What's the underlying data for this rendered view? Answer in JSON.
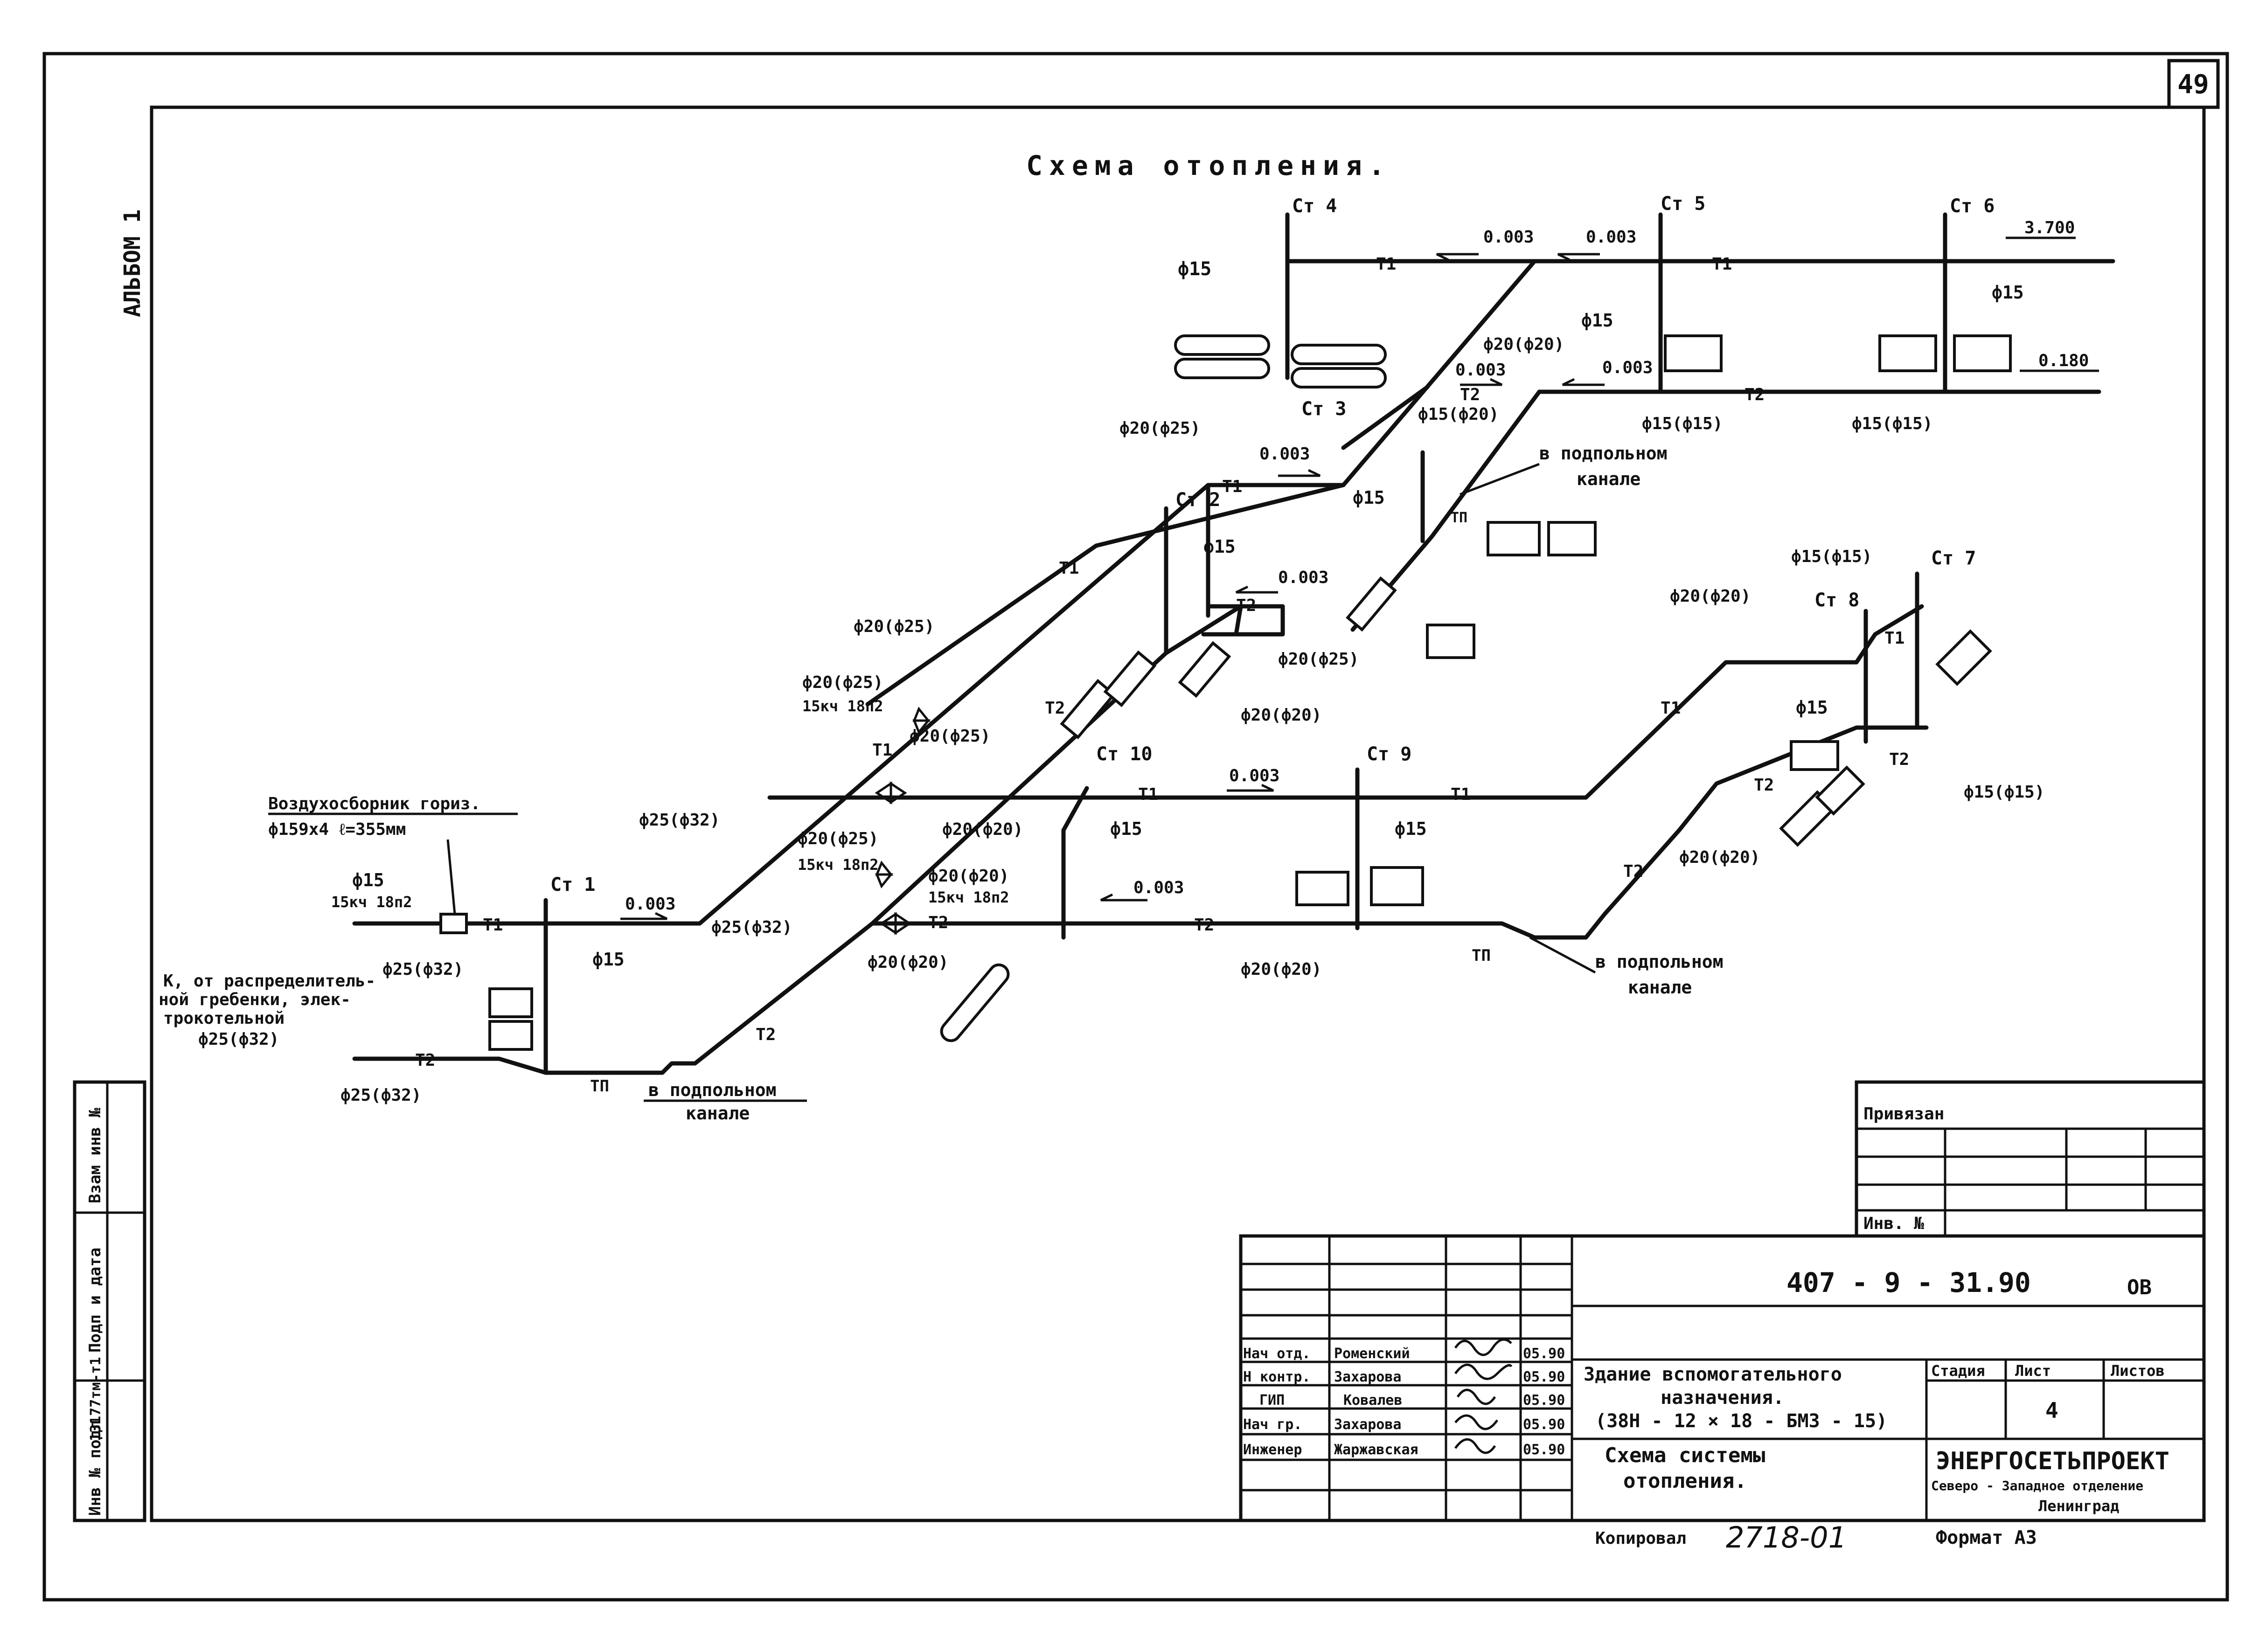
{
  "sheet_number": "49",
  "album": "АЛЬБОМ 1",
  "title": "Схема отопления.",
  "risers": [
    "Ст 1",
    "Ст 2",
    "Ст 3",
    "Ст 4",
    "Ст 5",
    "Ст 6",
    "Ст 7",
    "Ст 8",
    "Ст 9",
    "Ст 10"
  ],
  "labels": {
    "t1": "Т1",
    "t2": "Т2",
    "tp": "ТП",
    "d15": "ф15",
    "d15_15": "ф15(ф15)",
    "d15_20": "ф15(ф20)",
    "d20_20": "ф20(ф20)",
    "d20_25": "ф20(ф25)",
    "d25_32": "ф25(ф32)",
    "slope": "0.003",
    "valve": "15кч 18п2",
    "elev_top": "3.700",
    "elev_bottom": "0.180",
    "air_collector_1": "Воздухосборник гориз.",
    "air_collector_2": "ф159х4 ℓ=355мм",
    "source_1": "К, от распределитель-",
    "source_2": "ной гребенки, элек-",
    "source_3": "трокотельной",
    "source_4": "ф25(ф32)",
    "channel_1": "в подпольном",
    "channel_2": "канале"
  },
  "side_stamp": {
    "inv_podl": "Инв № подл",
    "inv_value": "13177тм-т1",
    "podp_data": "Подп и дата",
    "vzam": "Взам инв №"
  },
  "binding": {
    "header": "Привязан",
    "inv": "Инв. №"
  },
  "title_block": {
    "doc_code": "407 - 9 - 31.90",
    "section": "ОВ",
    "building_1": "Здание вспомогательного",
    "building_2": "назначения.",
    "building_3": "(38Н - 12 × 18 - БМЗ - 15)",
    "drawing_1": "Схема системы",
    "drawing_2": "отопления.",
    "stage_hdr": "Стадия",
    "sheet_hdr": "Лист",
    "sheets_hdr": "Листов",
    "sheet_value": "4",
    "org": "ЭНЕРГОСЕТЬПРОЕКТ",
    "org_branch": "Северо - Западное отделение",
    "org_city": "Ленинград",
    "signers": [
      {
        "role": "Нач отд.",
        "name": "Роменский",
        "date": "05.90"
      },
      {
        "role": "Н контр.",
        "name": "Захарова",
        "date": "05.90"
      },
      {
        "role": "ГИП",
        "name": "Ковалев",
        "date": "05.90"
      },
      {
        "role": "Нач гр.",
        "name": "Захарова",
        "date": "05.90"
      },
      {
        "role": "Инженер",
        "name": "Жаржавская",
        "date": "05.90"
      }
    ]
  },
  "footer": {
    "copied_label": "Копировал",
    "copied_value": "2718-01",
    "format": "Формат А3"
  }
}
